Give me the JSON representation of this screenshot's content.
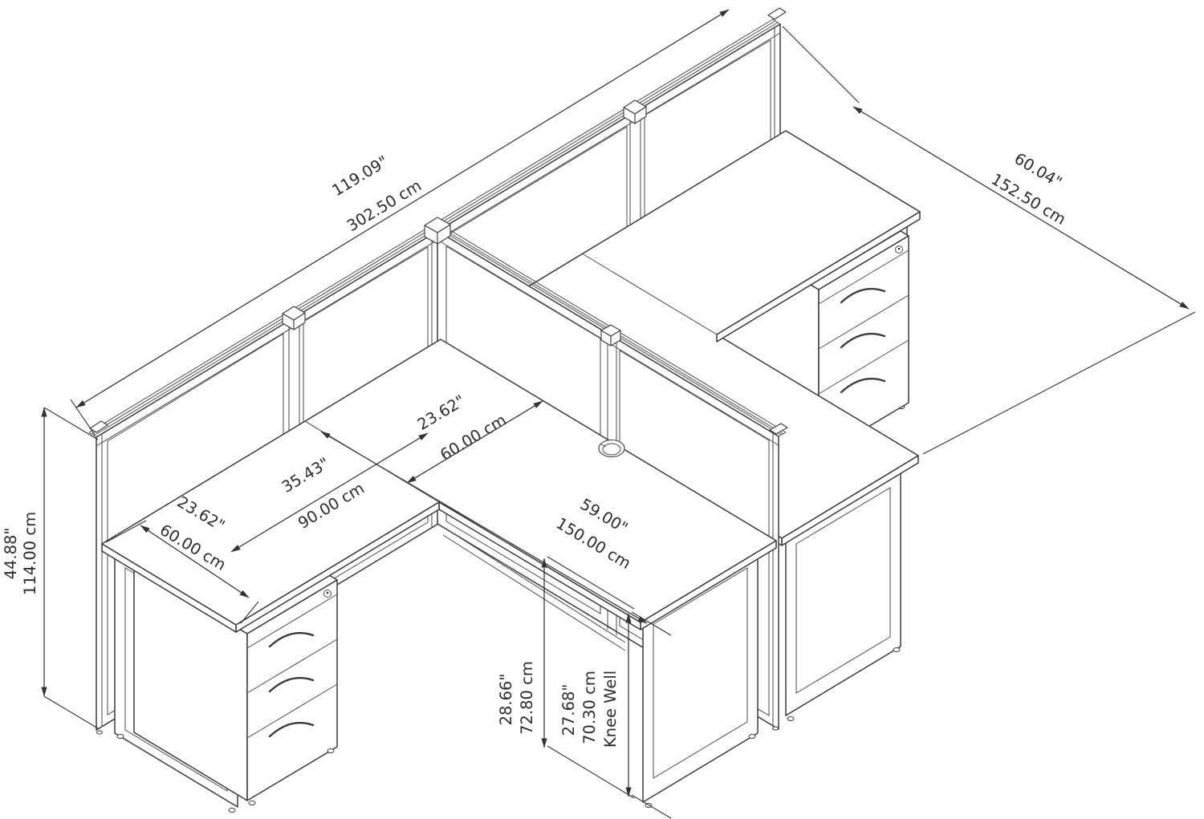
{
  "diagram": {
    "title": "2 person L-shaped cubicle desk workstation - isometric dimension drawing",
    "background_color": "#ffffff",
    "line_color": "#3a3a3a",
    "elements": [
      "back privacy panel",
      "center divider panel",
      "two L-shaped desks",
      "two 3-drawer mobile pedestals",
      "O-frame desk legs",
      "desktop grommet"
    ],
    "dimensions": {
      "overall_width": {
        "in": "119.09\"",
        "cm": "302.50 cm"
      },
      "overall_depth": {
        "in": "60.04\"",
        "cm": "152.50 cm"
      },
      "overall_height": {
        "in": "44.88\"",
        "cm": "114.00 cm"
      },
      "return_depth": {
        "in": "23.62\"",
        "cm": "60.00 cm"
      },
      "return_length": {
        "in": "35.43\"",
        "cm": "90.00 cm"
      },
      "desk_width": {
        "in": "23.62\"",
        "cm": "60.00 cm"
      },
      "desk_length": {
        "in": "59.00\"",
        "cm": "150.00 cm"
      },
      "desk_height": {
        "in": "28.66\"",
        "cm": "72.80 cm"
      },
      "knee_well": {
        "in": "27.68\"",
        "cm": "70.30 cm",
        "label": "Knee Well"
      }
    }
  }
}
